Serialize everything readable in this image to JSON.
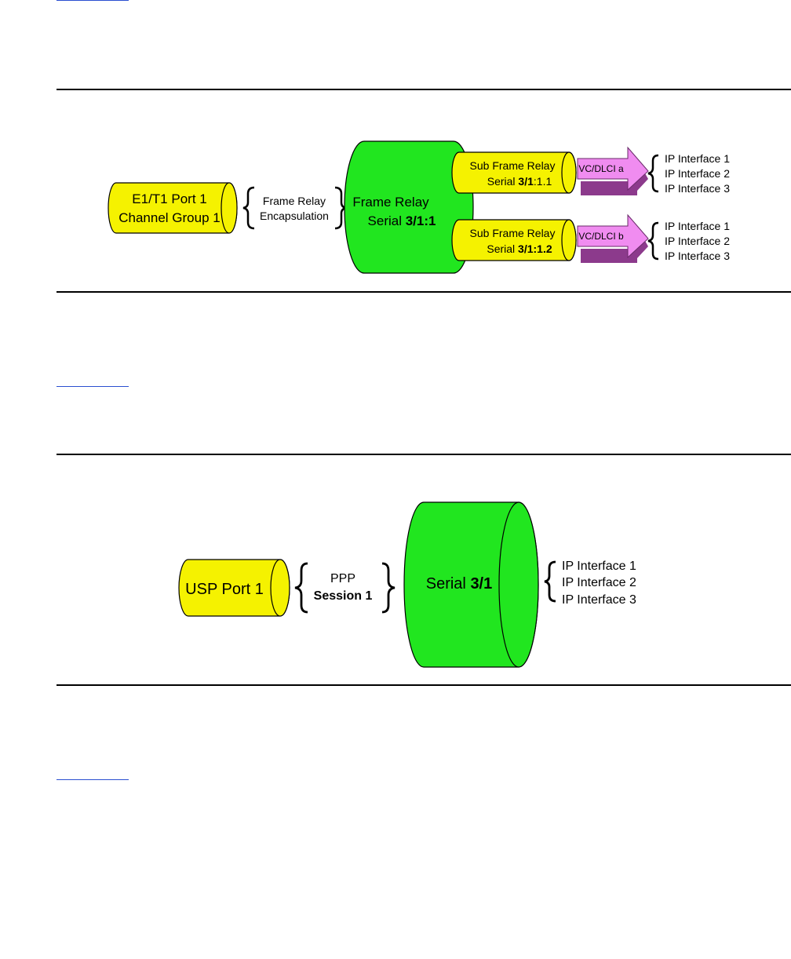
{
  "figure1": {
    "port_line1": "E1/T1 Port 1",
    "port_line2": "Channel Group 1",
    "encap_line1": "Frame Relay",
    "encap_line2": "Encapsulation",
    "main_line1": "Frame Relay",
    "main_line2_prefix": "Serial ",
    "main_line2_bold": "3/1:1",
    "sub_a_line1": "Sub Frame Relay",
    "sub_a_prefix": "Serial ",
    "sub_a_bold": "3/1",
    "sub_a_suffix": ":1.1",
    "sub_b_line1": "Sub Frame Relay",
    "sub_b_prefix": "Serial ",
    "sub_b_bold": "3/1:1.2",
    "vc_a": "VC/DLCI a",
    "vc_b": "VC/DLCI b",
    "ip_a": [
      "IP Interface 1",
      "IP Interface 2",
      "IP Interface 3"
    ],
    "ip_b": [
      "IP Interface 1",
      "IP Interface 2",
      "IP Interface 3"
    ]
  },
  "figure2": {
    "port_label": "USP Port 1",
    "session_line1": "PPP",
    "session_line2": "Session 1",
    "serial_prefix": "Serial ",
    "serial_bold": "3/1",
    "ip": [
      "IP Interface 1",
      "IP Interface 2",
      "IP Interface 3"
    ]
  },
  "colors": {
    "yellow": "#f5f200",
    "green": "#21e61f",
    "arrow_face": "#f08cf0",
    "arrow_dark": "#8c3a8c",
    "link": "#2a4fd0"
  }
}
